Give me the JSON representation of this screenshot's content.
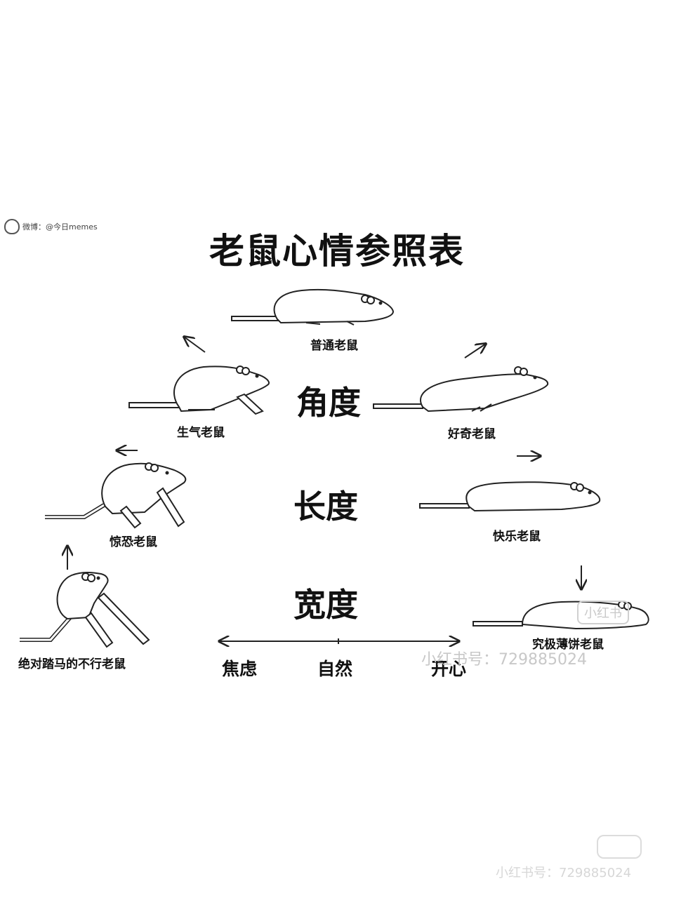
{
  "title": "老鼠心情参照表",
  "watermark_top": "微博：@今日memes",
  "dimensions": {
    "angle": "角度",
    "length": "长度",
    "width": "宽度"
  },
  "mice": {
    "normal": "普通老鼠",
    "angry": "生气老鼠",
    "curious": "好奇老鼠",
    "scared": "惊恐老鼠",
    "happy": "快乐老鼠",
    "very_scared": "绝对踏马的不行老鼠",
    "pancake": "究极薄饼老鼠"
  },
  "scale": {
    "left": "焦虑",
    "middle": "自然",
    "right": "开心"
  },
  "watermark_mid": "小红书号：729885024",
  "watermark_stamp": "小红书",
  "watermark_bottom": "小红书号：729885024"
}
